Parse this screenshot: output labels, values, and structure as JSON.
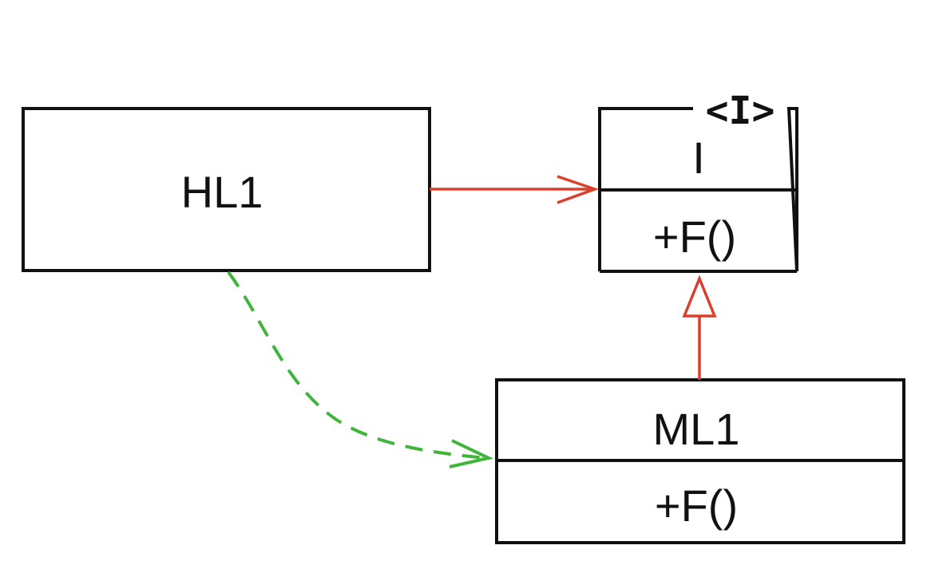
{
  "colors": {
    "association": "#d9402e",
    "realization": "#d9402e",
    "dependency": "#3fb53a",
    "outline": "#111111"
  },
  "classes": {
    "hl1": {
      "name": "HL1"
    },
    "interface_i": {
      "stereotype": "<I>",
      "name": "I",
      "operation": "+F()"
    },
    "ml1": {
      "name": "ML1",
      "operation": "+F()"
    }
  },
  "relations": [
    {
      "type": "association",
      "from": "HL1",
      "to": "I"
    },
    {
      "type": "dependency",
      "from": "HL1",
      "to": "ML1"
    },
    {
      "type": "realization",
      "from": "ML1",
      "to": "I"
    }
  ]
}
